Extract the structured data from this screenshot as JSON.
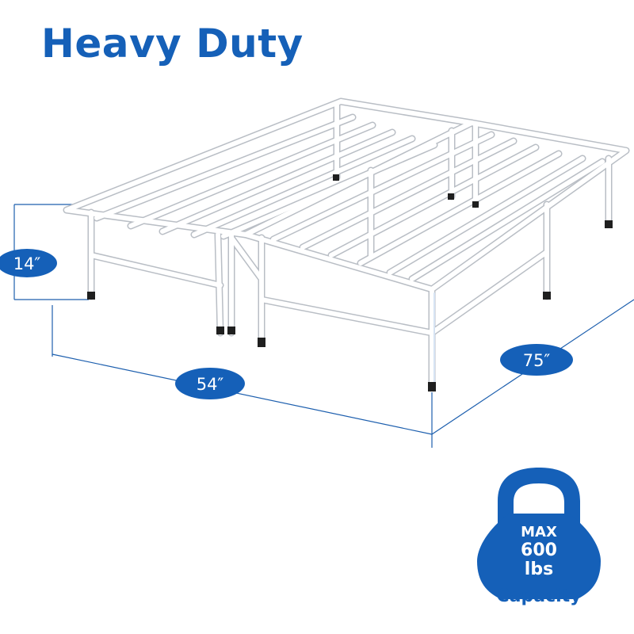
{
  "title": "Heavy Duty",
  "dimensions": {
    "height": "14″",
    "width": "54″",
    "length": "75″"
  },
  "capacity": {
    "line1": "MAX",
    "line2": "600",
    "line3": "lbs",
    "caption": "Capacity"
  },
  "colors": {
    "brand_blue": "#1560b8",
    "frame_white": "#ffffff",
    "frame_outline": "#b9bec5"
  },
  "icons": [
    "kettlebell-icon"
  ]
}
